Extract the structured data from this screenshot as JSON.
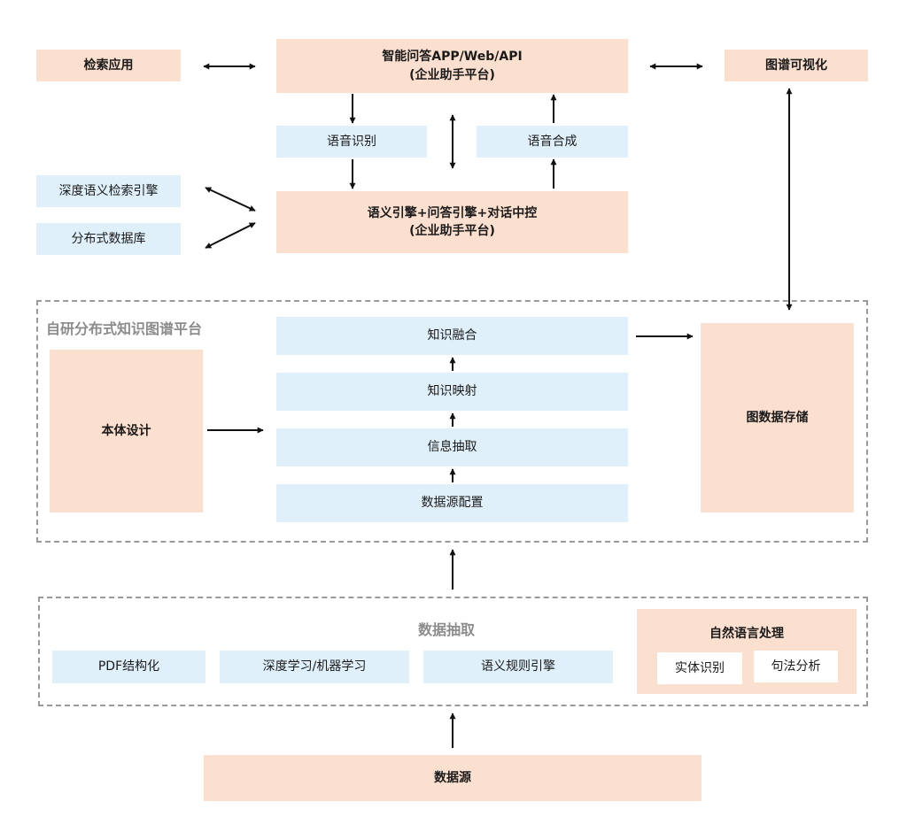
{
  "top": {
    "search_app": "检索应用",
    "qa_app_line1": "智能问答APP/Web/API",
    "qa_app_line2": "(企业助手平台)",
    "graph_vis": "图谱可视化",
    "speech_recognition": "语音识别",
    "speech_synthesis": "语音合成",
    "semantic_search_engine": "深度语义检索引擎",
    "distributed_db": "分布式数据库",
    "engine_line1": "语义引擎+问答引擎+对话中控",
    "engine_line2": "(企业助手平台)"
  },
  "platform": {
    "title": "自研分布式知识图谱平台",
    "ontology_design": "本体设计",
    "knowledge_fusion": "知识融合",
    "knowledge_mapping": "知识映射",
    "info_extraction": "信息抽取",
    "datasource_config": "数据源配置",
    "graph_storage": "图数据存储"
  },
  "extraction": {
    "title": "数据抽取",
    "pdf_structuring": "PDF结构化",
    "deep_learning": "深度学习/机器学习",
    "semantic_rule_engine": "语义规则引擎",
    "nlp_title": "自然语言处理",
    "entity_recognition": "实体识别",
    "syntax_analysis": "句法分析"
  },
  "datasource": "数据源",
  "colors": {
    "peach": "#fbe0d0",
    "light_blue": "#dff0fb",
    "dash_border": "#9a9a9a",
    "arrow": "#111111"
  }
}
